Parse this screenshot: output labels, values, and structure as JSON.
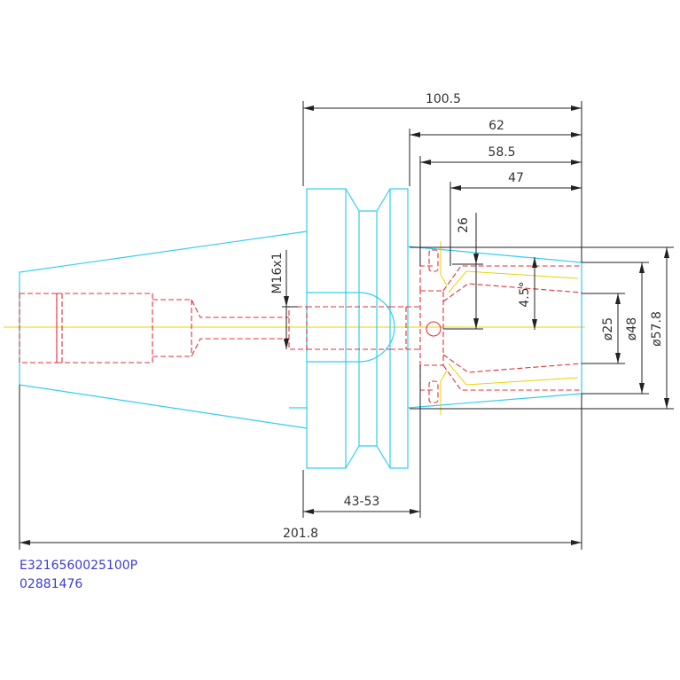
{
  "drawing": {
    "dimensions": {
      "len_100_5": "100.5",
      "len_62": "62",
      "len_58_5": "58.5",
      "len_47": "47",
      "len_26": "26",
      "angle_4_5": "4.5°",
      "thread": "M16x1",
      "dia_25": "ø25",
      "dia_48": "ø48",
      "dia_57_8": "ø57.8",
      "range_43_53": "43-53",
      "len_201_8": "201.8"
    },
    "part_code": "E3216560025100P",
    "part_number": "02881476"
  },
  "colors": {
    "outline": "#33cdf0",
    "hidden": "#e2303a",
    "centerline": "#e8d200",
    "dimension": "#222222",
    "code_text": "#3b3bd6"
  }
}
